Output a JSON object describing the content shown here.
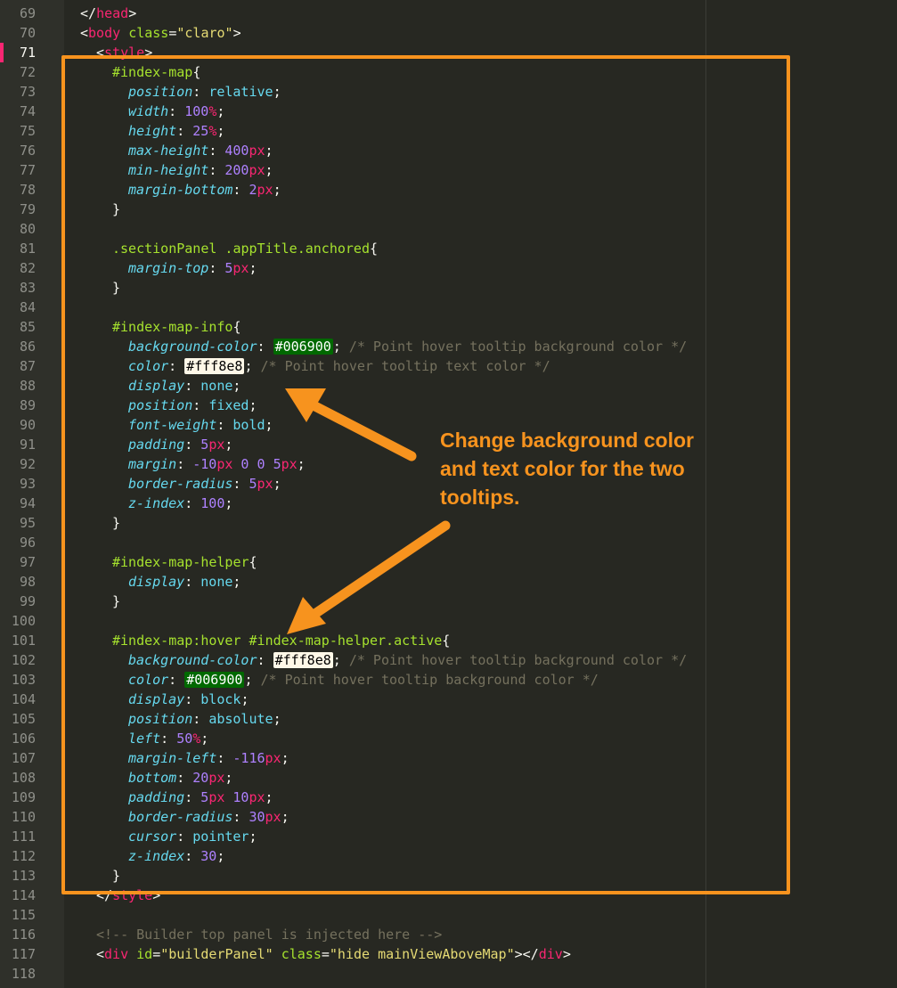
{
  "gutter": {
    "line_numbers": [
      "69",
      "70",
      "71",
      "72",
      "73",
      "74",
      "75",
      "76",
      "77",
      "78",
      "79",
      "80",
      "81",
      "82",
      "83",
      "84",
      "85",
      "86",
      "87",
      "88",
      "89",
      "90",
      "91",
      "92",
      "93",
      "94",
      "95",
      "96",
      "97",
      "98",
      "99",
      "100",
      "101",
      "102",
      "103",
      "104",
      "105",
      "106",
      "107",
      "108",
      "109",
      "110",
      "111",
      "112",
      "113",
      "114",
      "115",
      "116",
      "117",
      "118"
    ],
    "current_line": "71"
  },
  "colors": {
    "editor_background": "#272822",
    "callout": "#f7931e",
    "swatch_green": "#006900",
    "swatch_cream": "#fff8e8"
  },
  "code": {
    "l69": {
      "open": "</",
      "tag": "head",
      "close": ">"
    },
    "l70": {
      "open": "<",
      "tag": "body",
      "attr": "class",
      "eq": "=",
      "value": "\"claro\"",
      "close": ">"
    },
    "l71": {
      "open": "<",
      "tag": "style",
      "close": ">"
    },
    "l72": {
      "selector": "#index-map",
      "brace": "{"
    },
    "l73": {
      "prop": "position",
      "colon": ": ",
      "val": "relative",
      "semi": ";"
    },
    "l74": {
      "prop": "width",
      "colon": ": ",
      "num": "100",
      "unit": "%",
      "semi": ";"
    },
    "l75": {
      "prop": "height",
      "colon": ": ",
      "num": "25",
      "unit": "%",
      "semi": ";"
    },
    "l76": {
      "prop": "max-height",
      "colon": ": ",
      "num": "400",
      "unit": "px",
      "semi": ";"
    },
    "l77": {
      "prop": "min-height",
      "colon": ": ",
      "num": "200",
      "unit": "px",
      "semi": ";"
    },
    "l78": {
      "prop": "margin-bottom",
      "colon": ": ",
      "num": "2",
      "unit": "px",
      "semi": ";"
    },
    "l79": {
      "brace": "}"
    },
    "l81": {
      "selector": ".sectionPanel .appTitle.anchored",
      "brace": "{"
    },
    "l82": {
      "prop": "margin-top",
      "colon": ": ",
      "num": "5",
      "unit": "px",
      "semi": ";"
    },
    "l83": {
      "brace": "}"
    },
    "l85": {
      "selector": "#index-map-info",
      "brace": "{"
    },
    "l86": {
      "prop": "background-color",
      "colon": ": ",
      "hex": "#006900",
      "semi": "; ",
      "comment": "/* Point hover tooltip background color */"
    },
    "l87": {
      "prop": "color",
      "colon": ": ",
      "hex": "#fff8e8",
      "semi": "; ",
      "comment": "/* Point hover tooltip text color */"
    },
    "l88": {
      "prop": "display",
      "colon": ": ",
      "val": "none",
      "semi": ";"
    },
    "l89": {
      "prop": "position",
      "colon": ": ",
      "val": "fixed",
      "semi": ";"
    },
    "l90": {
      "prop": "font-weight",
      "colon": ": ",
      "val": "bold",
      "semi": ";"
    },
    "l91": {
      "prop": "padding",
      "colon": ": ",
      "num": "5",
      "unit": "px",
      "semi": ";"
    },
    "l92": {
      "prop": "margin",
      "colon": ": ",
      "num1": "-10",
      "unit1": "px",
      "rest": " 0 0 ",
      "num2": "5",
      "unit2": "px",
      "semi": ";"
    },
    "l93": {
      "prop": "border-radius",
      "colon": ": ",
      "num": "5",
      "unit": "px",
      "semi": ";"
    },
    "l94": {
      "prop": "z-index",
      "colon": ": ",
      "num": "100",
      "semi": ";"
    },
    "l95": {
      "brace": "}"
    },
    "l97": {
      "selector": "#index-map-helper",
      "brace": "{"
    },
    "l98": {
      "prop": "display",
      "colon": ": ",
      "val": "none",
      "semi": ";"
    },
    "l99": {
      "brace": "}"
    },
    "l101": {
      "selector": "#index-map:hover #index-map-helper.active",
      "brace": "{"
    },
    "l102": {
      "prop": "background-color",
      "colon": ": ",
      "hex": "#fff8e8",
      "semi": "; ",
      "comment": "/* Point hover tooltip background color */"
    },
    "l103": {
      "prop": "color",
      "colon": ": ",
      "hex": "#006900",
      "semi": "; ",
      "comment": "/* Point hover tooltip background color */"
    },
    "l104": {
      "prop": "display",
      "colon": ": ",
      "val": "block",
      "semi": ";"
    },
    "l105": {
      "prop": "position",
      "colon": ": ",
      "val": "absolute",
      "semi": ";"
    },
    "l106": {
      "prop": "left",
      "colon": ": ",
      "num": "50",
      "unit": "%",
      "semi": ";"
    },
    "l107": {
      "prop": "margin-left",
      "colon": ": ",
      "num": "-116",
      "unit": "px",
      "semi": ";"
    },
    "l108": {
      "prop": "bottom",
      "colon": ": ",
      "num": "20",
      "unit": "px",
      "semi": ";"
    },
    "l109": {
      "prop": "padding",
      "colon": ": ",
      "num1": "5",
      "unit1": "px",
      "mid": " ",
      "num2": "10",
      "unit2": "px",
      "semi": ";"
    },
    "l110": {
      "prop": "border-radius",
      "colon": ": ",
      "num": "30",
      "unit": "px",
      "semi": ";"
    },
    "l111": {
      "prop": "cursor",
      "colon": ": ",
      "val": "pointer",
      "semi": ";"
    },
    "l112": {
      "prop": "z-index",
      "colon": ": ",
      "num": "30",
      "semi": ";"
    },
    "l113": {
      "brace": "}"
    },
    "l114": {
      "open": "</",
      "tag": "style",
      "close": ">"
    },
    "l116": {
      "comment": "<!-- Builder top panel is injected here -->"
    },
    "l117": {
      "open": "<",
      "tag": "div",
      "attr1": "id",
      "eq1": "=",
      "value1": "\"builderPanel\"",
      "attr2": "class",
      "eq2": "=",
      "value2": "\"hide mainViewAboveMap\"",
      "close": ">",
      "open2": "</",
      "tag2": "div",
      "close2": ">"
    }
  },
  "annotation": {
    "text": "Change background color and text color for the two tooltips."
  }
}
